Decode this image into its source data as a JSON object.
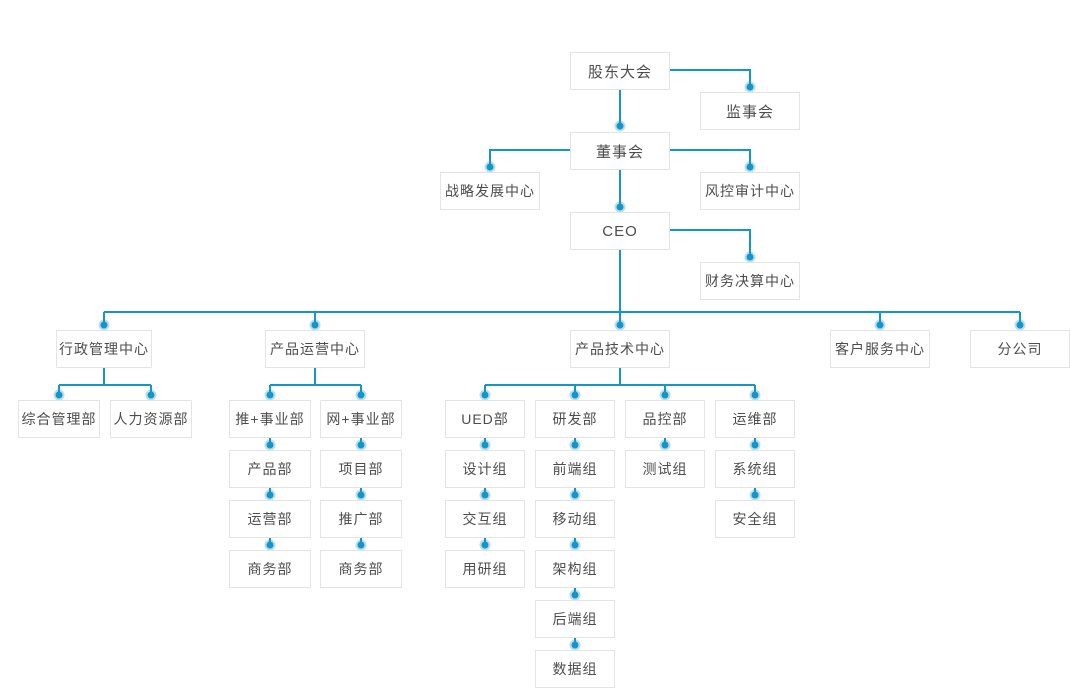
{
  "colors": {
    "accent": "#1496c8",
    "node_border": "#e4e4e4",
    "node_bg": "#ffffff",
    "node_text": "#4d4d4d",
    "page_bg": "#ffffff"
  },
  "org": {
    "nodes": {
      "shareholders": {
        "label": "股东大会"
      },
      "supervisory": {
        "label": "监事会"
      },
      "board": {
        "label": "董事会"
      },
      "strategy": {
        "label": "战略发展中心"
      },
      "risk_audit": {
        "label": "风控审计中心"
      },
      "ceo": {
        "label": "CEO"
      },
      "finance": {
        "label": "财务决算中心"
      },
      "admin_center": {
        "label": "行政管理中心"
      },
      "operation_center": {
        "label": "产品运营中心"
      },
      "tech_center": {
        "label": "产品技术中心"
      },
      "service_center": {
        "label": "客户服务中心"
      },
      "branch": {
        "label": "分公司"
      },
      "general_affairs": {
        "label": "综合管理部"
      },
      "hr": {
        "label": "人力资源部"
      },
      "tui_division": {
        "label": "推+事业部"
      },
      "wang_division": {
        "label": "网+事业部"
      },
      "product_dept": {
        "label": "产品部"
      },
      "project_dept": {
        "label": "项目部"
      },
      "operation_dept": {
        "label": "运营部"
      },
      "promotion_dept": {
        "label": "推广部"
      },
      "business_dept_tui": {
        "label": "商务部"
      },
      "business_dept_wang": {
        "label": "商务部"
      },
      "ued_dept": {
        "label": "UED部"
      },
      "rd_dept": {
        "label": "研发部"
      },
      "qc_dept": {
        "label": "品控部"
      },
      "ops_dept": {
        "label": "运维部"
      },
      "design_group": {
        "label": "设计组"
      },
      "frontend_group": {
        "label": "前端组"
      },
      "test_group": {
        "label": "测试组"
      },
      "system_group": {
        "label": "系统组"
      },
      "interaction_group": {
        "label": "交互组"
      },
      "mobile_group": {
        "label": "移动组"
      },
      "security_group": {
        "label": "安全组"
      },
      "research_group": {
        "label": "用研组"
      },
      "arch_group": {
        "label": "架构组"
      },
      "backend_group": {
        "label": "后端组"
      },
      "data_group": {
        "label": "数据组"
      }
    },
    "edges": [
      [
        "shareholders",
        "supervisory"
      ],
      [
        "shareholders",
        "board"
      ],
      [
        "board",
        "strategy"
      ],
      [
        "board",
        "risk_audit"
      ],
      [
        "board",
        "ceo"
      ],
      [
        "ceo",
        "finance"
      ],
      [
        "ceo",
        "admin_center"
      ],
      [
        "ceo",
        "operation_center"
      ],
      [
        "ceo",
        "tech_center"
      ],
      [
        "ceo",
        "service_center"
      ],
      [
        "ceo",
        "branch"
      ],
      [
        "admin_center",
        "general_affairs"
      ],
      [
        "admin_center",
        "hr"
      ],
      [
        "operation_center",
        "tui_division"
      ],
      [
        "operation_center",
        "wang_division"
      ],
      [
        "tui_division",
        "product_dept"
      ],
      [
        "product_dept",
        "operation_dept"
      ],
      [
        "operation_dept",
        "business_dept_tui"
      ],
      [
        "wang_division",
        "project_dept"
      ],
      [
        "project_dept",
        "promotion_dept"
      ],
      [
        "promotion_dept",
        "business_dept_wang"
      ],
      [
        "tech_center",
        "ued_dept"
      ],
      [
        "tech_center",
        "rd_dept"
      ],
      [
        "tech_center",
        "qc_dept"
      ],
      [
        "tech_center",
        "ops_dept"
      ],
      [
        "ued_dept",
        "design_group"
      ],
      [
        "design_group",
        "interaction_group"
      ],
      [
        "interaction_group",
        "research_group"
      ],
      [
        "rd_dept",
        "frontend_group"
      ],
      [
        "frontend_group",
        "mobile_group"
      ],
      [
        "mobile_group",
        "arch_group"
      ],
      [
        "arch_group",
        "backend_group"
      ],
      [
        "backend_group",
        "data_group"
      ],
      [
        "qc_dept",
        "test_group"
      ],
      [
        "ops_dept",
        "system_group"
      ],
      [
        "system_group",
        "security_group"
      ]
    ]
  }
}
